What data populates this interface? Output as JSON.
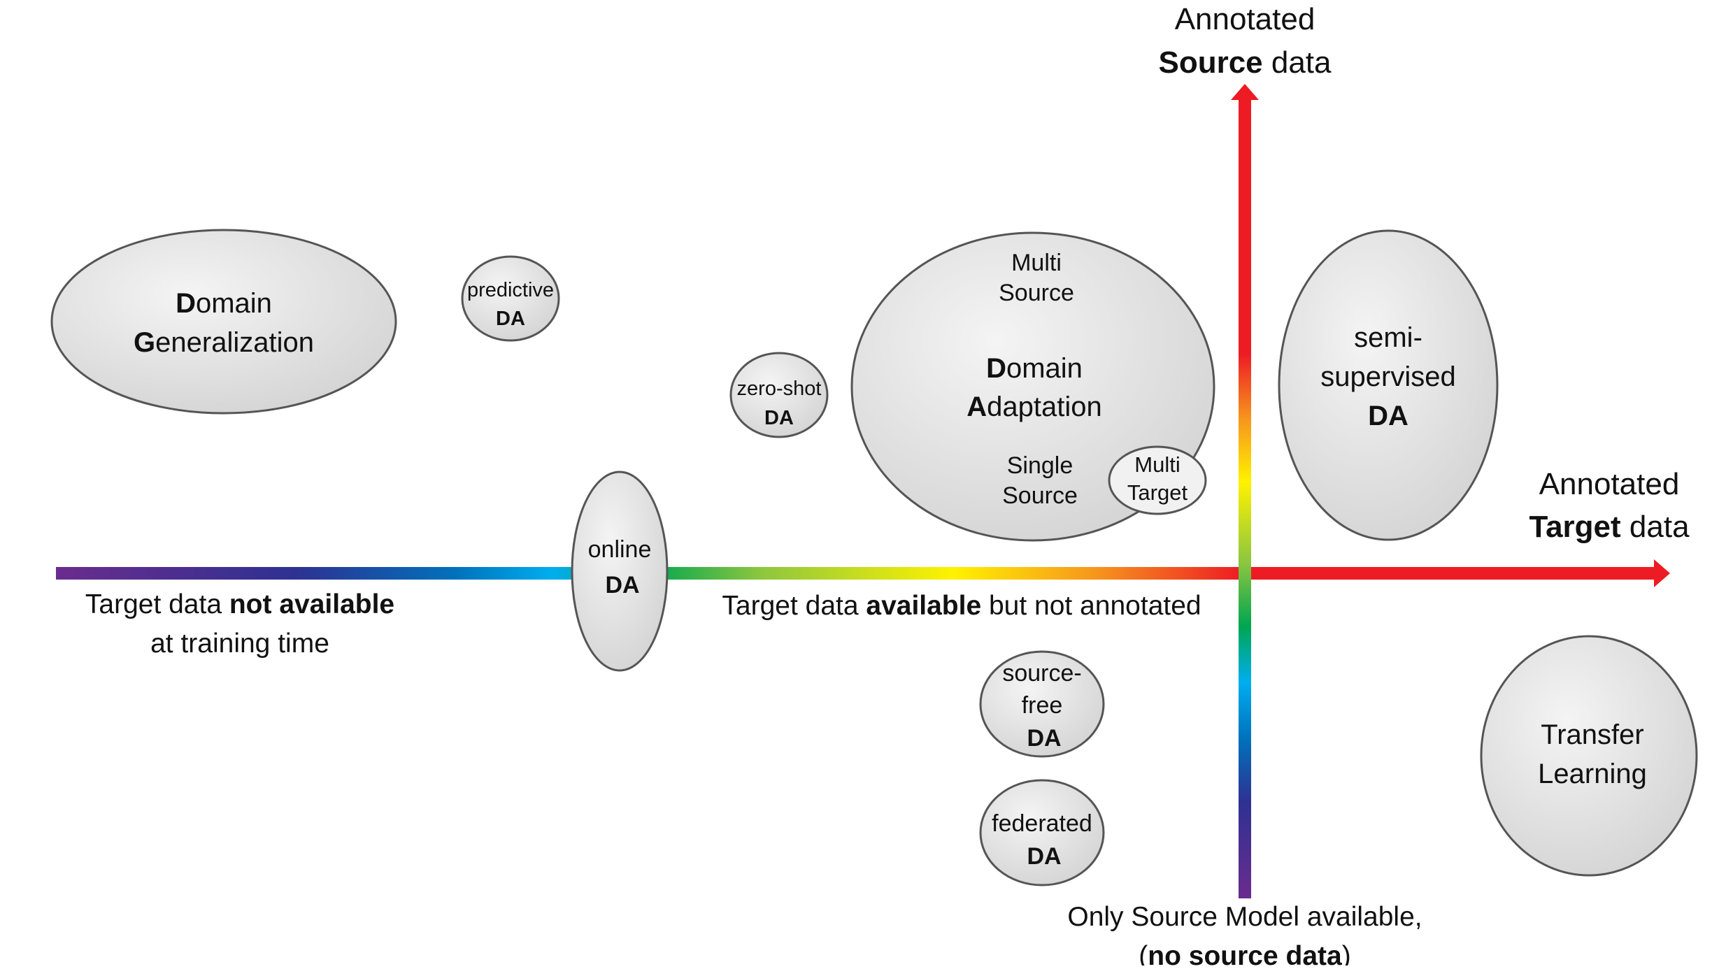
{
  "axes": {
    "y_top_label": {
      "line1": "Annotated",
      "line2_bold": "Source",
      "line2_rest": " data"
    },
    "x_right_label": {
      "line1": "Annotated",
      "line2_bold": "Target",
      "line2_rest": " data"
    },
    "left_label": {
      "l1_pre": "Target data ",
      "l1_bold": "not available",
      "line2": "at training time"
    },
    "middle_label": {
      "pre": "Target data ",
      "bold": "available",
      "post": " but not annotated"
    },
    "bottom_label": {
      "line1": "Only Source Model available,",
      "l2_open": "(",
      "l2_bold": "no source data",
      "l2_close": ")"
    }
  },
  "nodes": {
    "domain_generalization": {
      "l1_cap": "D",
      "l1_rest": "omain",
      "l2_cap": "G",
      "l2_rest": "eneralization"
    },
    "predictive": {
      "line1": "predictive",
      "line2": "DA"
    },
    "zero_shot": {
      "line1": "zero-shot",
      "line2": "DA"
    },
    "online": {
      "line1": "online",
      "line2": "DA"
    },
    "domain_adaptation": {
      "top_line1": "Multi",
      "top_line2": "Source",
      "l1_cap": "D",
      "l1_rest": "omain",
      "l2_cap": "A",
      "l2_rest": "daptation",
      "bottom_line1": "Single",
      "bottom_line2": "Source"
    },
    "multi_target": {
      "line1": "Multi",
      "line2": "Target"
    },
    "semi_supervised": {
      "line1": "semi-",
      "line2": "supervised",
      "line3": "DA"
    },
    "source_free": {
      "line1": "source-",
      "line2": "free",
      "line3": "DA"
    },
    "federated": {
      "line1": "federated",
      "line2": "DA"
    },
    "transfer_learning": {
      "line1": "Transfer",
      "line2": "Learning"
    }
  },
  "colors": {
    "spectrum": [
      "#6a2c8e",
      "#2e3192",
      "#0072bc",
      "#00aeef",
      "#00a651",
      "#8dc63f",
      "#fff200",
      "#f7941d",
      "#ed1c24"
    ],
    "node_fill_light": "#f4f4f4",
    "node_fill_dark": "#d2d2d2",
    "node_stroke": "#555555"
  }
}
